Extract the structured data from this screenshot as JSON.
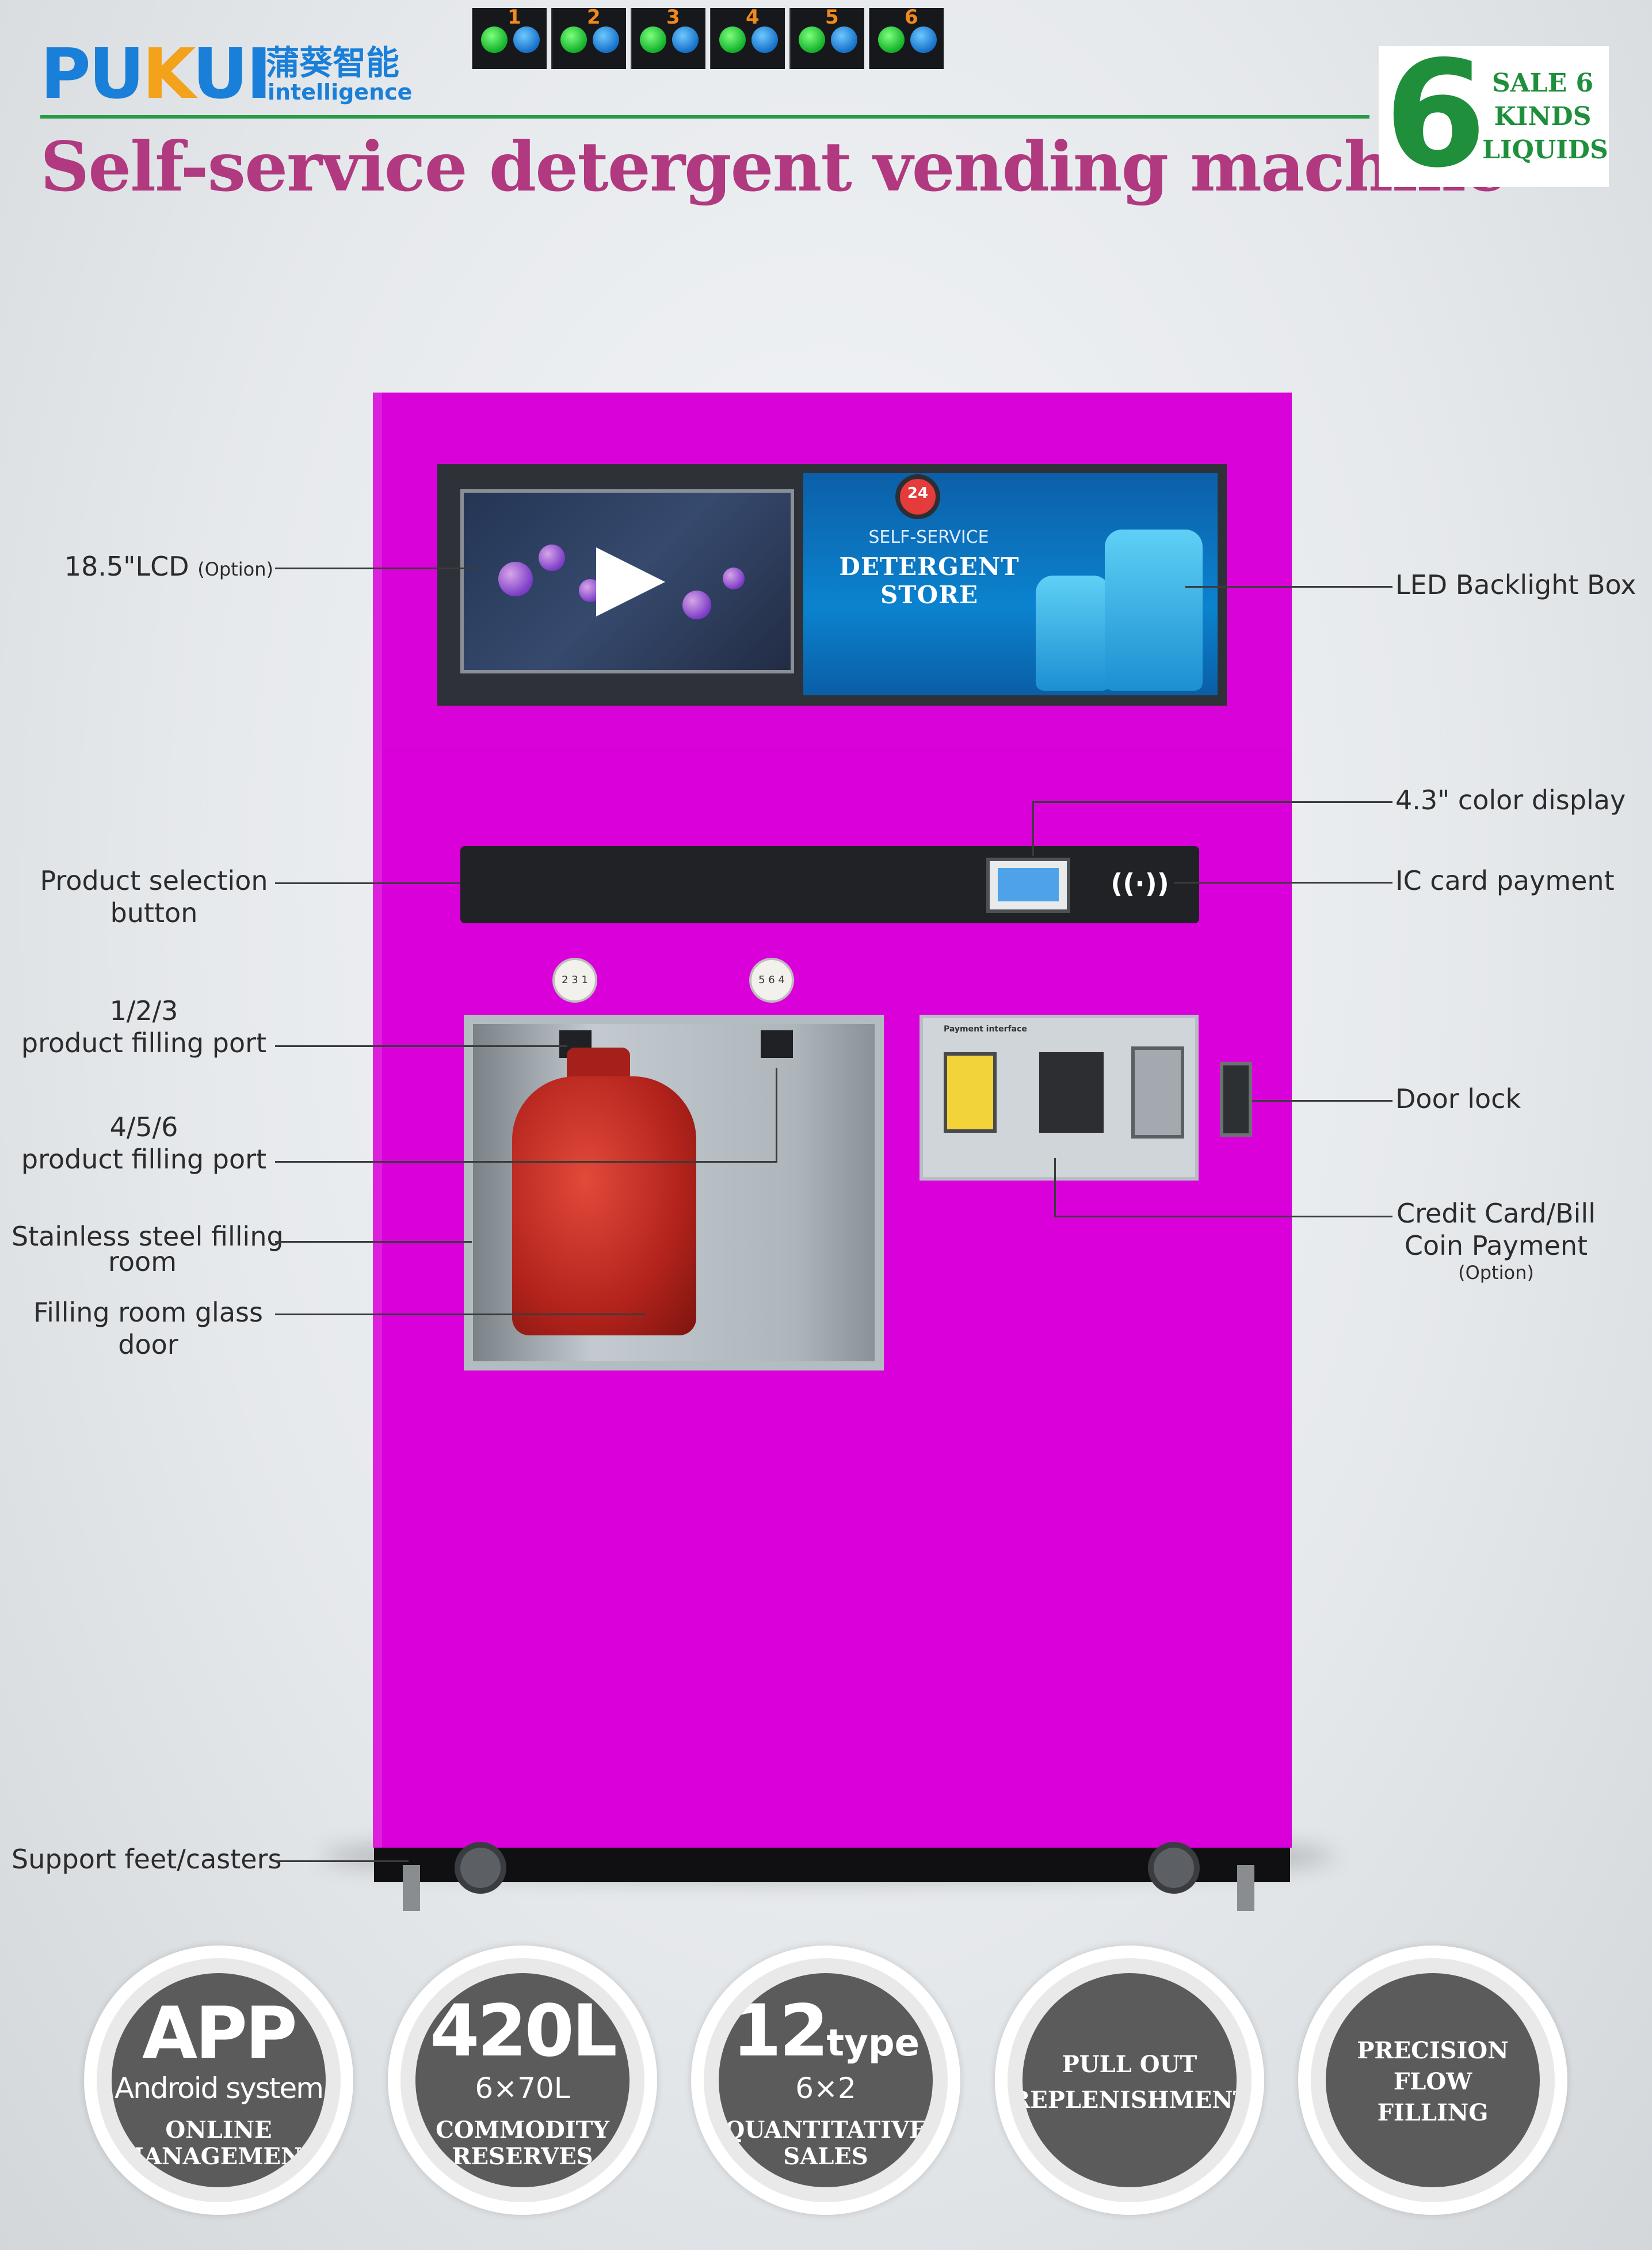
{
  "header": {
    "logo_pu": "PU",
    "logo_k": "K",
    "logo_ui": "UI",
    "logo_cn": "蒲葵智能",
    "logo_en": "intelligence",
    "title": "Self-service detergent vending machine",
    "badge_number": "6",
    "badge_lines": [
      "SALE 6",
      "KINDS",
      "LIQUIDS"
    ]
  },
  "machine": {
    "led_box": {
      "clock_text": "24",
      "small_text": "SELF-SERVICE",
      "big_text": "DETERGENT STORE"
    },
    "buttons": [
      "1",
      "2",
      "3",
      "4",
      "5",
      "6"
    ],
    "port_labels": [
      "2 3 1",
      "5 6 4"
    ],
    "payment_title": "Payment interface",
    "nfc_symbol": "((·))"
  },
  "callouts": {
    "lcd": "18.5\"LCD",
    "lcd_option": "(Option)",
    "led_backlight": "LED Backlight Box",
    "color_display": "4.3\" color display",
    "product_selection_1": "Product selection",
    "product_selection_2": "button",
    "ic_card": "IC card payment",
    "port123_1": "1/2/3",
    "port123_2": "product filling port",
    "port456_1": "4/5/6",
    "port456_2": "product filling port",
    "door_lock": "Door lock",
    "stainless_1": "Stainless steel filling",
    "stainless_2": "room",
    "credit_1": "Credit Card/Bill",
    "credit_2": "Coin Payment",
    "credit_option": "(Option)",
    "glass_1": "Filling room glass",
    "glass_2": "door",
    "support": "Support feet/casters"
  },
  "features": [
    {
      "big": "APP",
      "mid": "Android system",
      "lines": [
        "ONLINE",
        "MANAGEMENT"
      ]
    },
    {
      "big": "420L",
      "mid": "6×70L",
      "lines": [
        "COMMODITY",
        "RESERVES"
      ]
    },
    {
      "big": "12",
      "big_suffix": "type",
      "mid": "6×2",
      "lines": [
        "QUANTITATIVE",
        "SALES"
      ]
    },
    {
      "lines": [
        "PULL OUT",
        "REPLENISHMENT"
      ]
    },
    {
      "lines": [
        "PRECISION",
        "FLOW",
        "FILLING"
      ]
    }
  ],
  "colors": {
    "cabinet": "#da00da",
    "title": "#b0397f",
    "accent_green": "#1f8f3c",
    "logo_blue": "#1a7fd8",
    "logo_orange": "#f2a21b"
  }
}
